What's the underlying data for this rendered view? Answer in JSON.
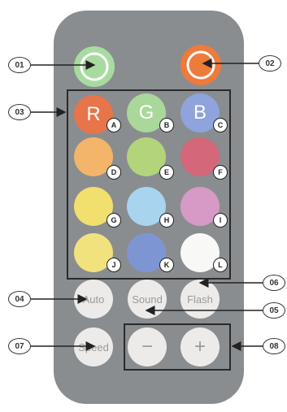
{
  "callouts": {
    "c01": "01",
    "c02": "02",
    "c03": "03",
    "c04": "04",
    "c05": "05",
    "c06": "06",
    "c07": "07",
    "c08": "08"
  },
  "color_buttons": [
    {
      "text": "R",
      "letter": "A",
      "color": "#e8744a"
    },
    {
      "text": "G",
      "letter": "B",
      "color": "#a9d89a"
    },
    {
      "text": "B",
      "letter": "C",
      "color": "#8fa3dc"
    },
    {
      "text": "",
      "letter": "D",
      "color": "#f3b56a"
    },
    {
      "text": "",
      "letter": "E",
      "color": "#b4d47c"
    },
    {
      "text": "",
      "letter": "F",
      "color": "#d4677a"
    },
    {
      "text": "",
      "letter": "G",
      "color": "#f1df6e"
    },
    {
      "text": "",
      "letter": "H",
      "color": "#a8d4ef"
    },
    {
      "text": "",
      "letter": "I",
      "color": "#d79ac6"
    },
    {
      "text": "",
      "letter": "J",
      "color": "#f2e27e"
    },
    {
      "text": "",
      "letter": "K",
      "color": "#7d96d3"
    },
    {
      "text": "",
      "letter": "L",
      "color": "#f8f8f6"
    }
  ],
  "function_buttons": {
    "auto": "Auto",
    "sound": "Sound",
    "flash": "Flash",
    "speed": "Speed",
    "minus": "−",
    "plus": "+"
  },
  "colors": {
    "remote_body": "#8a8d8f",
    "power_on": "#a8dba0",
    "power_off": "#ee7a3c"
  }
}
